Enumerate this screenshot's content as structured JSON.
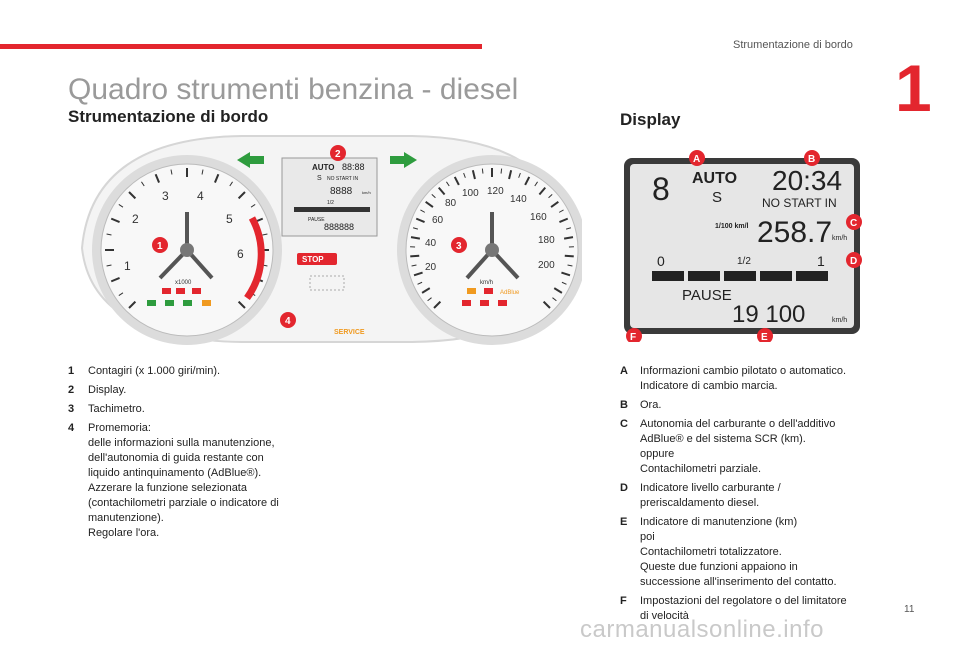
{
  "header": {
    "section_title": "Strumentazione di bordo",
    "chapter_number": "1"
  },
  "page_title": "Quadro strumenti benzina - diesel",
  "subtitle": "Strumentazione di bordo",
  "display_title": "Display",
  "cluster": {
    "tacho_numbers": [
      "1",
      "2",
      "3",
      "4",
      "5",
      "6"
    ],
    "tacho_unit": "x1000",
    "speedo_numbers": [
      "20",
      "40",
      "60",
      "80",
      "100",
      "120",
      "140",
      "160",
      "180",
      "200"
    ],
    "speedo_unit": "km/h",
    "callouts": [
      "1",
      "2",
      "3",
      "4"
    ],
    "stop_label": "STOP",
    "service_label": "SERVICE",
    "adblue_label": "AdBlue",
    "mini_display": {
      "auto": "AUTO",
      "gear_sign": "S",
      "clock": "88:88",
      "no_start": "NO START IN",
      "range": "8888",
      "unit": "km/h",
      "half": "1/2",
      "pause": "PAUSE",
      "odo": "888888"
    }
  },
  "display": {
    "callouts": [
      "A",
      "B",
      "C",
      "D",
      "E",
      "F"
    ],
    "auto": "AUTO",
    "gear": "8",
    "gear_sign": "S",
    "clock": "20:34",
    "no_start": "NO START IN",
    "consumption_unit": "1/100 km/l",
    "range": "258.7",
    "range_unit": "km/h",
    "gauge_left": "0",
    "gauge_mid": "1/2",
    "gauge_right": "1",
    "pause": "PAUSE",
    "odometer": "19 100",
    "odo_unit": "km/h"
  },
  "left_list": [
    {
      "key": "1",
      "lines": [
        "Contagiri (x 1.000 giri/min)."
      ]
    },
    {
      "key": "2",
      "lines": [
        "Display."
      ]
    },
    {
      "key": "3",
      "lines": [
        "Tachimetro."
      ]
    },
    {
      "key": "4",
      "lines": [
        "Promemoria:",
        "delle informazioni sulla manutenzione,",
        "dell'autonomia di guida restante con",
        "liquido antinquinamento (AdBlue®).",
        "Azzerare la funzione selezionata",
        "(contachilometri parziale o indicatore di",
        "manutenzione).",
        "Regolare l'ora."
      ]
    }
  ],
  "right_list": [
    {
      "key": "A",
      "lines": [
        "Informazioni cambio pilotato o automatico.",
        "Indicatore di cambio marcia."
      ]
    },
    {
      "key": "B",
      "lines": [
        "Ora."
      ]
    },
    {
      "key": "C",
      "lines": [
        "Autonomia del carburante o dell'additivo",
        "AdBlue® e del sistema SCR (km).",
        "oppure",
        "Contachilometri parziale."
      ]
    },
    {
      "key": "D",
      "lines": [
        "Indicatore livello carburante /",
        "preriscaldamento diesel."
      ]
    },
    {
      "key": "E",
      "lines": [
        "Indicatore di manutenzione (km)",
        "poi",
        "Contachilometri totalizzatore.",
        "Queste due funzioni appaiono in",
        "successione all'inserimento del contatto."
      ]
    },
    {
      "key": "F",
      "lines": [
        "Impostazioni del regolatore o del limitatore",
        "di velocità"
      ]
    }
  ],
  "page_number": "11",
  "watermark": "carmanualsonline.info"
}
